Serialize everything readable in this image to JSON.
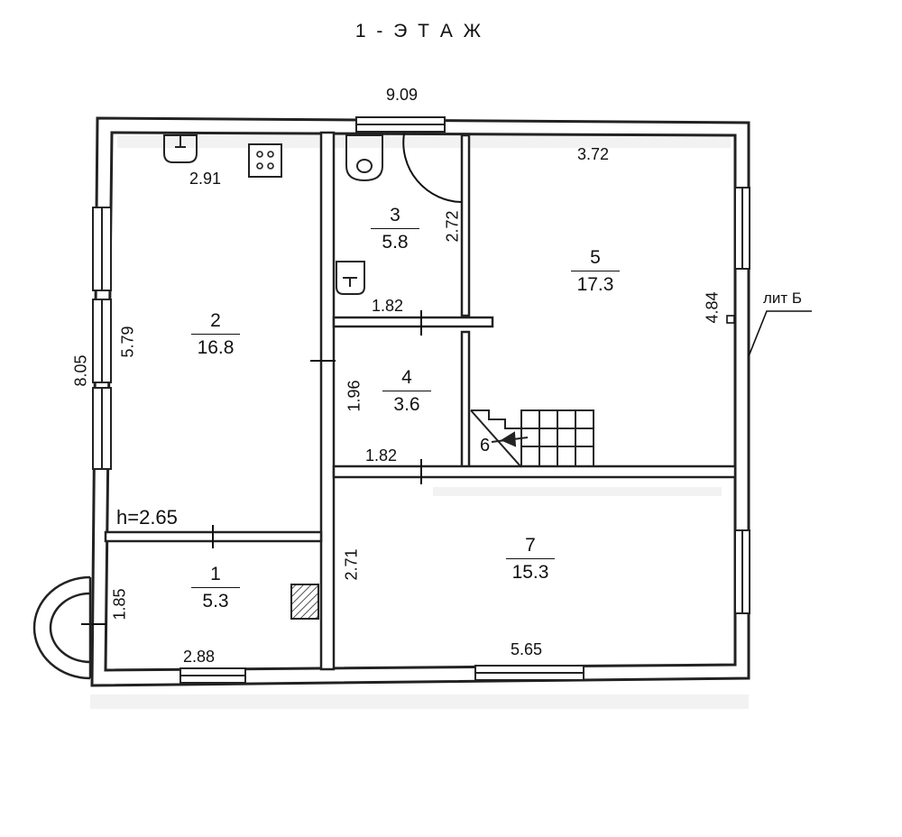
{
  "title": "1 - Э Т А Ж",
  "rooms": [
    {
      "num": "1",
      "area": "5.3"
    },
    {
      "num": "2",
      "area": "16.8"
    },
    {
      "num": "3",
      "area": "5.8"
    },
    {
      "num": "4",
      "area": "3.6"
    },
    {
      "num": "5",
      "area": "17.3"
    },
    {
      "num": "6"
    },
    {
      "num": "7",
      "area": "15.3"
    }
  ],
  "dimensions": {
    "total_width": "9.09",
    "total_height": "8.05",
    "room2_width": "2.91",
    "room2_height": "5.79",
    "room3_height": "2.72",
    "room3_width": "1.82",
    "room4_height": "1.96",
    "room4_width": "1.82",
    "room5_width": "3.72",
    "room5_height": "4.84",
    "room1_width": "2.88",
    "porch_height": "1.85",
    "room7_height": "2.71",
    "room7_width": "5.65"
  },
  "ceiling_height": "h=2.65",
  "annex_label": "лит Б",
  "colors": {
    "wall": "#222222",
    "window": "#ffffff",
    "line": "#111111"
  }
}
